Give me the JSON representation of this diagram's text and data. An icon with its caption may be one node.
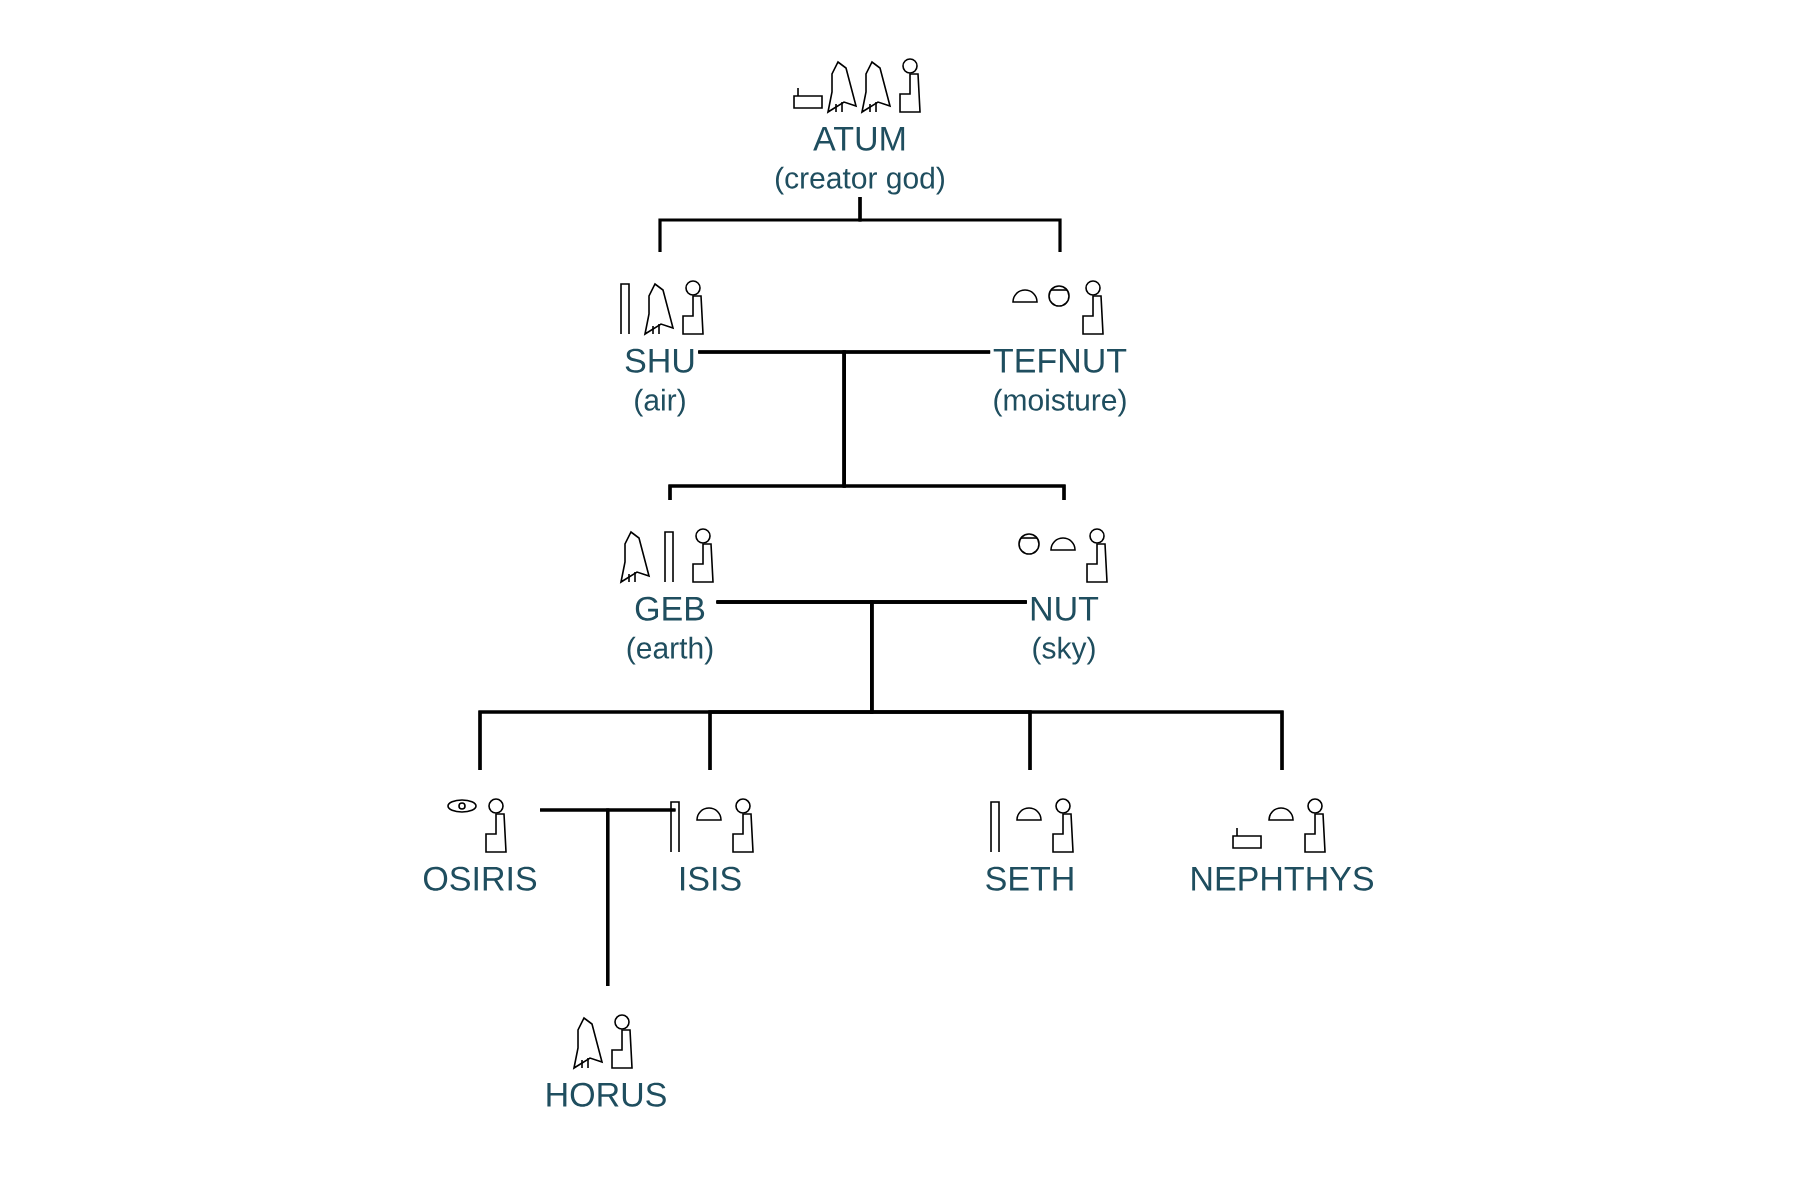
{
  "diagram": {
    "nodes": [
      {
        "text": [
          "ATUM",
          "(creator god)"
        ]
      },
      {
        "text": [
          "SHU",
          "(air)"
        ]
      },
      {
        "text": [
          "TEFNUT",
          "(moisture)"
        ]
      },
      {
        "text": [
          "GEB",
          "(earth)"
        ]
      },
      {
        "text": [
          "NUT",
          "(sky)"
        ]
      },
      {
        "text": [
          "OSIRIS"
        ]
      },
      {
        "text": [
          "ISIS"
        ]
      },
      {
        "text": [
          "SETH"
        ]
      },
      {
        "text": [
          "NEPHTHYS"
        ]
      },
      {
        "text": [
          "HORUS"
        ]
      }
    ],
    "edges": [
      {
        "from": 0,
        "to": 1,
        "arrow": "none"
      },
      {
        "from": 0,
        "to": 2,
        "arrow": "none"
      },
      {
        "from": 1,
        "to": 2,
        "arrow": "none"
      },
      {
        "from": 1,
        "to": 3,
        "arrow": "none"
      },
      {
        "from": 2,
        "to": 3,
        "arrow": "none"
      },
      {
        "from": 1,
        "to": 4,
        "arrow": "none"
      },
      {
        "from": 2,
        "to": 4,
        "arrow": "none"
      },
      {
        "from": 3,
        "to": 4,
        "arrow": "none"
      },
      {
        "from": 3,
        "to": 5,
        "arrow": "none"
      },
      {
        "from": 4,
        "to": 5,
        "arrow": "none"
      },
      {
        "from": 3,
        "to": 6,
        "arrow": "none"
      },
      {
        "from": 4,
        "to": 6,
        "arrow": "none"
      },
      {
        "from": 3,
        "to": 7,
        "arrow": "none"
      },
      {
        "from": 4,
        "to": 7,
        "arrow": "none"
      },
      {
        "from": 3,
        "to": 8,
        "arrow": "none"
      },
      {
        "from": 4,
        "to": 8,
        "arrow": "none"
      },
      {
        "from": 5,
        "to": 6,
        "arrow": "none"
      },
      {
        "from": 5,
        "to": 9,
        "arrow": "none"
      },
      {
        "from": 6,
        "to": 9,
        "arrow": "none"
      }
    ]
  }
}
